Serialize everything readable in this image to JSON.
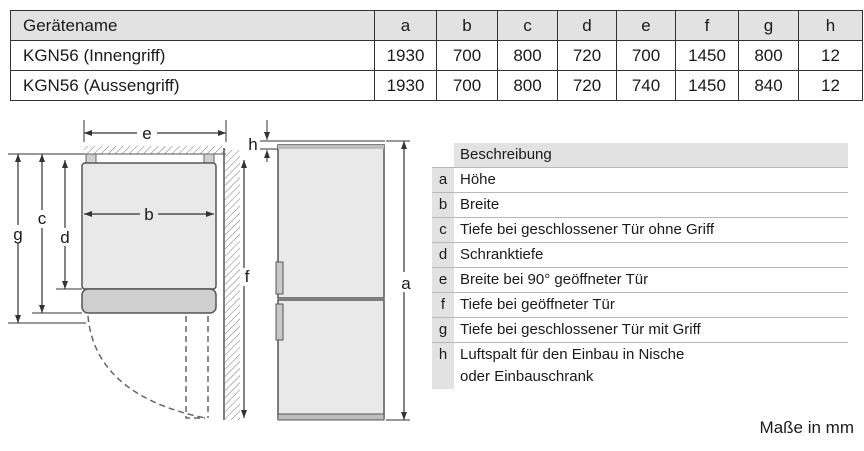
{
  "table": {
    "headers": [
      "Gerätename",
      "a",
      "b",
      "c",
      "d",
      "e",
      "f",
      "g",
      "h"
    ],
    "rows": [
      {
        "name": "KGN56 (Innengriff)",
        "values": [
          "1930",
          "700",
          "800",
          "720",
          "700",
          "1450",
          "800",
          "12"
        ]
      },
      {
        "name": "KGN56 (Aussengriff)",
        "values": [
          "1930",
          "700",
          "800",
          "720",
          "740",
          "1450",
          "840",
          "12"
        ]
      }
    ]
  },
  "diagram": {
    "labels": {
      "e": "e",
      "h": "h",
      "c": "c",
      "d": "d",
      "g": "g",
      "b": "b",
      "f": "f",
      "a": "a"
    }
  },
  "legend": {
    "title": "Beschreibung",
    "items": [
      {
        "key": "a",
        "text": "Höhe"
      },
      {
        "key": "b",
        "text": "Breite"
      },
      {
        "key": "c",
        "text": "Tiefe bei geschlossener Tür ohne Griff"
      },
      {
        "key": "d",
        "text": "Schranktiefe"
      },
      {
        "key": "e",
        "text": "Breite bei 90° geöffneter Tür"
      },
      {
        "key": "f",
        "text": "Tiefe bei geöffneter Tür"
      },
      {
        "key": "g",
        "text": "Tiefe bei geschlossener Tür mit Griff"
      },
      {
        "key": "h",
        "text": "Luftspalt für den Einbau in Nische",
        "text2": "oder Einbauschrank"
      }
    ]
  },
  "units_note": "Maße in mm"
}
